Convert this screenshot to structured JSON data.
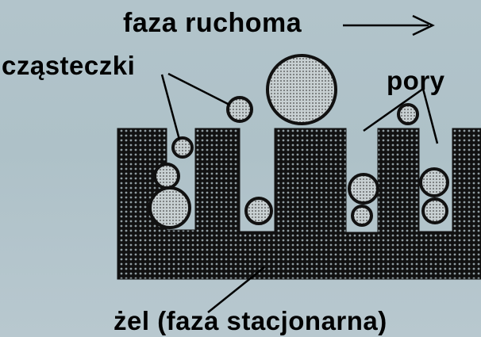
{
  "labels": {
    "mobile_phase": "faza ruchoma",
    "particles": "cząsteczki",
    "pores": "pory",
    "gel": "żel (faza stacjonarna)"
  },
  "colors": {
    "background": "#b0c3ca",
    "gel_dark": "#111111",
    "gel_dots": "#8f9ca1",
    "particle_fill": "#c8d0d2",
    "particle_dots": "#4a4a4a",
    "text": "#000000"
  },
  "icons": {
    "flow_arrow": "arrow-right-icon"
  }
}
